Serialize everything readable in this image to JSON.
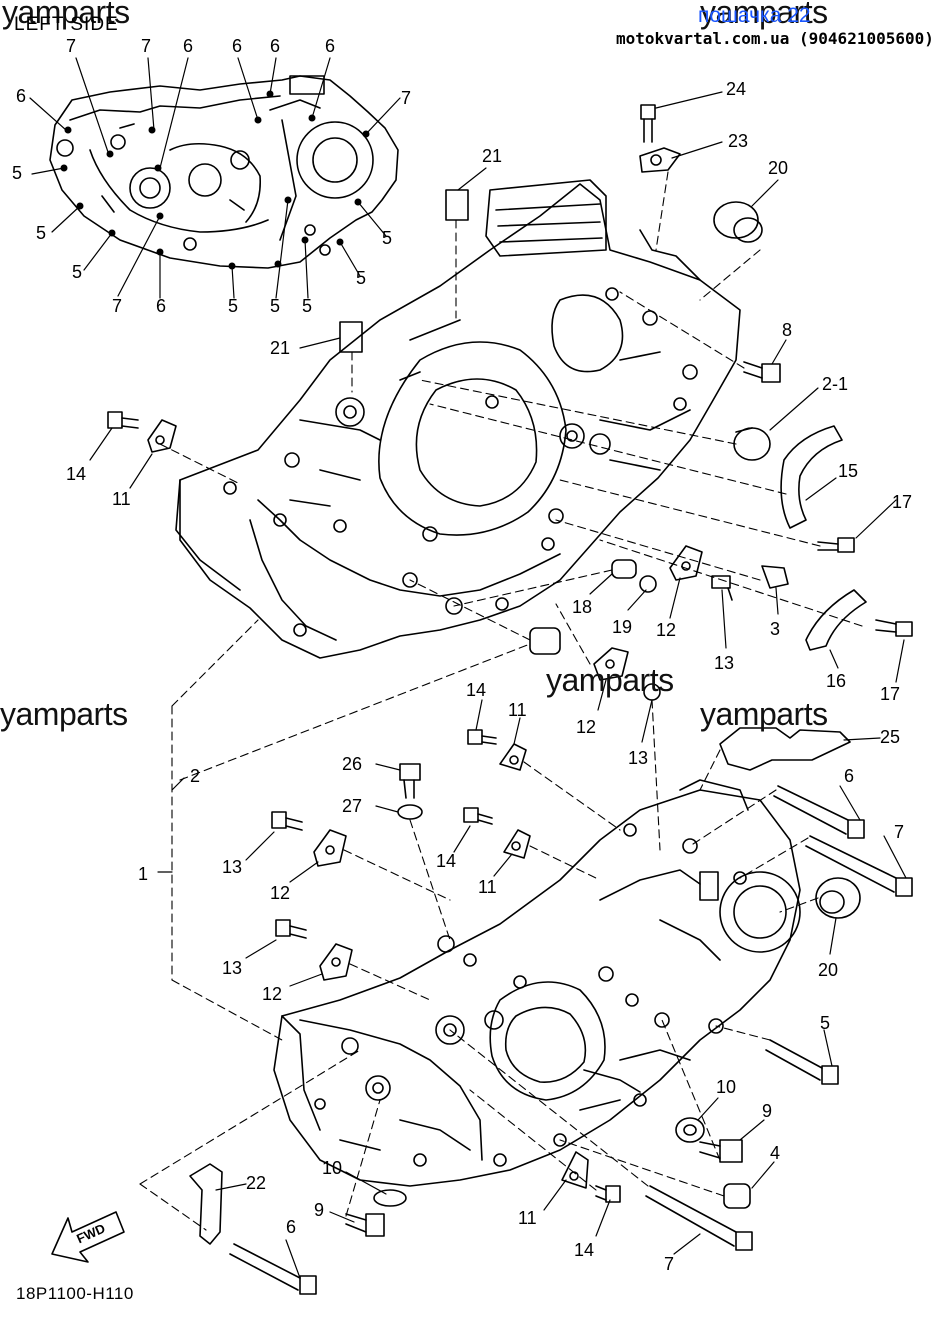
{
  "header": {
    "view_label": "LEFT SIDE",
    "page_tag": "пошачка 22",
    "site_line": "motokvartal.com.ua (904621005600)"
  },
  "watermarks": [
    "yamparts",
    "yamparts",
    "yamparts",
    "yamparts",
    "yamparts"
  ],
  "fwd_label": "FWD",
  "diagram_code": "18P1100-H110",
  "colors": {
    "ink": "#000000",
    "page_tag": "#1a56ff",
    "background": "#ffffff"
  },
  "inset_callouts": [
    "7",
    "7",
    "6",
    "6",
    "6",
    "6",
    "6",
    "7",
    "5",
    "5",
    "5",
    "5",
    "7",
    "6",
    "5",
    "5",
    "5",
    "5",
    "5"
  ],
  "main_callouts": [
    "24",
    "23",
    "20",
    "21",
    "21",
    "8",
    "2-1",
    "15",
    "17",
    "14",
    "11",
    "18",
    "19",
    "12",
    "13",
    "3",
    "16",
    "17",
    "12",
    "13",
    "14",
    "11",
    "25",
    "26",
    "27",
    "6",
    "7",
    "13",
    "12",
    "14",
    "11",
    "13",
    "12",
    "1",
    "2",
    "20",
    "5",
    "10",
    "9",
    "4",
    "22",
    "10",
    "9",
    "11",
    "14",
    "7",
    "6"
  ]
}
